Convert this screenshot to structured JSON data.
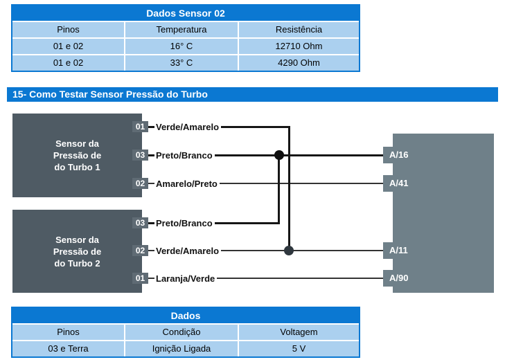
{
  "colors": {
    "header_blue": "#0b78d2",
    "cell_light_blue": "#abd0ef",
    "sensor_box_gray": "#4f5b64",
    "pin_tab_gray": "#5f6b74",
    "ecu_gray": "#6f8089",
    "wire_black": "#161616"
  },
  "sensor_table": {
    "title": "Dados Sensor 02",
    "headers": [
      "Pinos",
      "Temperatura",
      "Resistência"
    ],
    "rows": [
      [
        "01 e 02",
        "16° C",
        "12710 Ohm"
      ],
      [
        "01 e 02",
        "33° C",
        "4290 Ohm"
      ]
    ]
  },
  "section": {
    "title": "15- Como Testar Sensor Pressão do Turbo"
  },
  "diagram": {
    "sensor1": {
      "title": "Sensor da\nPressão de\ndo Turbo 1",
      "pins": [
        {
          "number": "01",
          "label": "Verde/Amarelo"
        },
        {
          "number": "03",
          "label": "Preto/Branco"
        },
        {
          "number": "02",
          "label": "Amarelo/Preto"
        }
      ]
    },
    "sensor2": {
      "title": "Sensor da\nPressão de\ndo Turbo 2",
      "pins": [
        {
          "number": "03",
          "label": "Preto/Branco"
        },
        {
          "number": "02",
          "label": "Verde/Amarelo"
        },
        {
          "number": "01",
          "label": "Laranja/Verde"
        }
      ]
    },
    "ecu": {
      "pins": [
        "A/16",
        "A/41",
        "A/11",
        "A/90"
      ]
    }
  },
  "data_table": {
    "title": "Dados",
    "headers": [
      "Pinos",
      "Condição",
      "Voltagem"
    ],
    "rows": [
      [
        "03 e Terra",
        "Ignição Ligada",
        "5 V"
      ]
    ]
  }
}
